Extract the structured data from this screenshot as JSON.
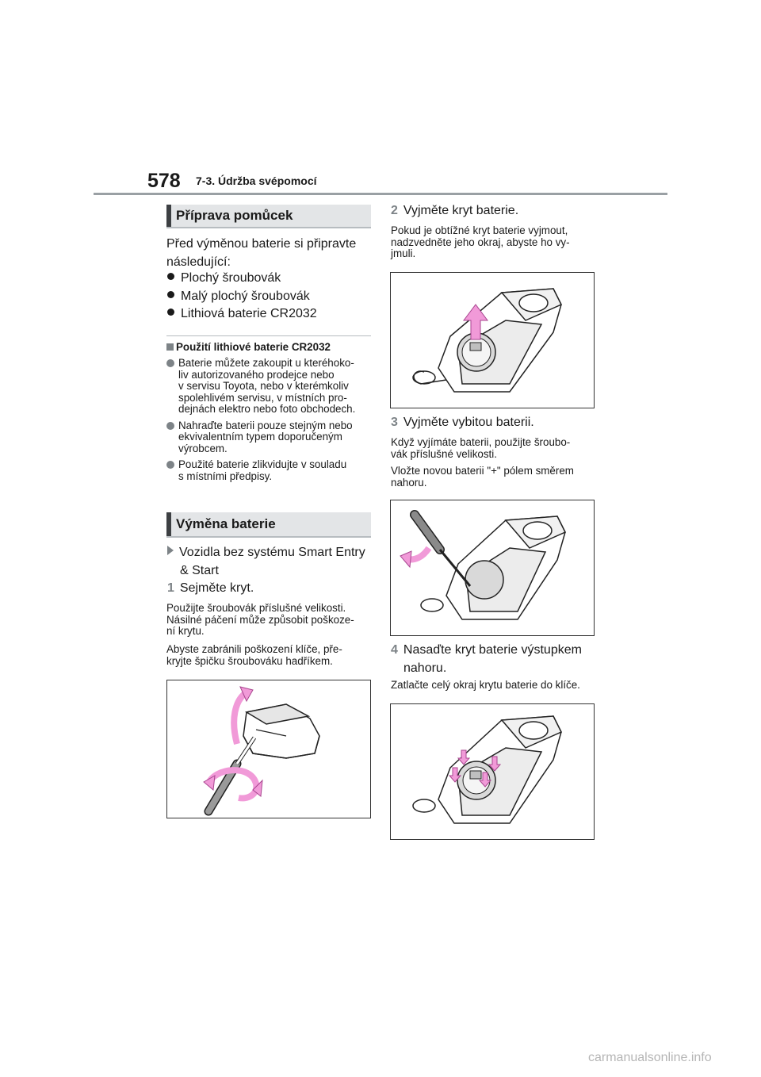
{
  "header": {
    "page_number": "578",
    "chapter": "7-3. Údržba svépomocí"
  },
  "left": {
    "prep_heading": "Příprava pomůcek",
    "prep_intro_1": "Před výměnou baterie si připravte",
    "prep_intro_2": "následující:",
    "prep_items": [
      "Plochý šroubovák",
      "Malý plochý šroubovák",
      "Lithiová baterie CR2032"
    ],
    "lithium_heading": "Použití lithiové baterie CR2032",
    "lithium_notes": [
      [
        "Baterie můžete zakoupit u kteréhoko-",
        "liv autorizovaného prodejce nebo",
        "v servisu Toyota, nebo v kterémkoliv",
        "spolehlivém servisu, v místních pro-",
        "dejnách elektro nebo foto obchodech."
      ],
      [
        "Nahraďte baterii pouze stejným nebo",
        "ekvivalentním typem doporučeným",
        "výrobcem."
      ],
      [
        "Použité baterie zlikvidujte v souladu",
        "s místními předpisy."
      ]
    ],
    "replace_heading": "Výměna baterie",
    "vehicle_line_1": "Vozidla bez systému Smart Entry",
    "vehicle_line_2": "& Start",
    "step1_num": "1",
    "step1_title": "Sejměte kryt.",
    "step1_note_a": [
      "Použijte šroubovák příslušné velikosti.",
      "Násilné páčení může způsobit poškoze-",
      "ní krytu."
    ],
    "step1_note_b": [
      "Abyste zabránili poškození klíče, pře-",
      "kryjte špičku šroubováku hadříkem."
    ]
  },
  "right": {
    "step2_num": "2",
    "step2_title": "Vyjměte kryt baterie.",
    "step2_note": [
      "Pokud je obtížné kryt baterie vyjmout,",
      "nadzvedněte jeho okraj, abyste ho vy-",
      "jmuli."
    ],
    "step3_num": "3",
    "step3_title": "Vyjměte vybitou baterii.",
    "step3_note_a": [
      "Když vyjímáte baterii, použijte šroubo-",
      "vák příslušné velikosti."
    ],
    "step3_note_b": [
      "Vložte novou baterii \"+\" pólem směrem",
      "nahoru."
    ],
    "step4_num": "4",
    "step4_title_1": "Nasaďte kryt baterie výstupkem",
    "step4_title_2": "nahoru.",
    "step4_note": "Zatlačte celý okraj krytu baterie do klíče."
  },
  "colors": {
    "arrow_pink": "#f19ad8",
    "accent_gray": "#7d8387",
    "heading_bg": "#e3e5e7"
  },
  "footer": {
    "watermark": "carmanualsonline.info"
  }
}
